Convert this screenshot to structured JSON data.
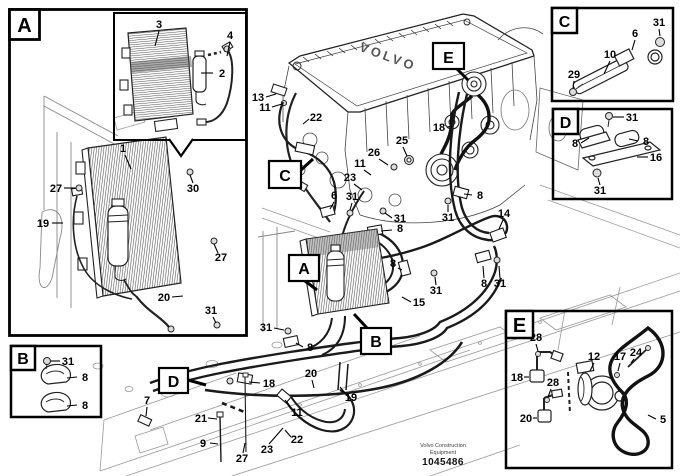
{
  "reference_labels": {
    "a": "A",
    "b": "B",
    "c": "C",
    "d": "D",
    "e": "E"
  },
  "engine_brand": "VOLVO",
  "credit": {
    "line1": "Volvo Construction",
    "line2": "Equipment",
    "number": "1045486"
  },
  "callouts": [
    "3",
    "4",
    "2",
    "1",
    "27",
    "30",
    "19",
    "27",
    "20",
    "31",
    "31",
    "8",
    "8",
    "7",
    "21",
    "9",
    "27",
    "23",
    "22",
    "11",
    "18",
    "20",
    "19",
    "8",
    "13",
    "11",
    "22",
    "25",
    "26",
    "11",
    "23",
    "6",
    "31",
    "31",
    "8",
    "8",
    "15",
    "31",
    "18",
    "8",
    "31",
    "14",
    "8",
    "31",
    "31",
    "31",
    "6",
    "10",
    "29",
    "31",
    "8",
    "8",
    "16",
    "31",
    "28",
    "18",
    "28",
    "20",
    "12",
    "17",
    "24",
    "5"
  ]
}
